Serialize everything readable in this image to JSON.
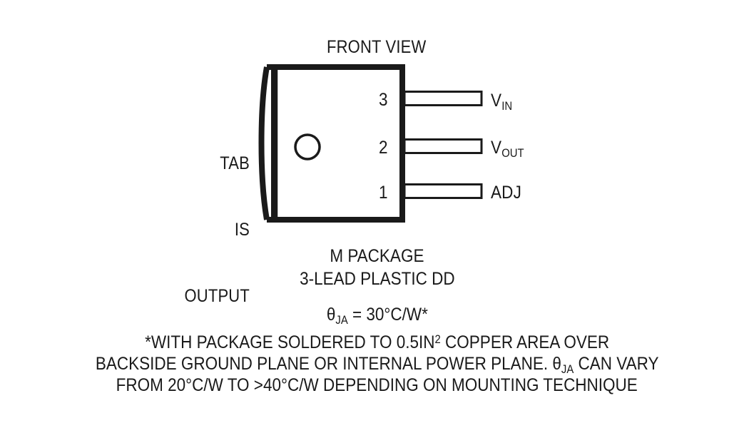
{
  "diagram": {
    "title": "FRONT VIEW",
    "tab_note_lines": [
      "TAB",
      "IS",
      "OUTPUT"
    ],
    "package_name_line_1": "M PACKAGE",
    "package_name_line_2": "3-LEAD PLASTIC DD",
    "theta": {
      "symbol": "θ",
      "subscript": "JA",
      "equals_value": " = 30°C/W*"
    },
    "footnote_line_1_a": "*WITH PACKAGE SOLDERED TO 0.5IN",
    "footnote_line_1_sup": "2",
    "footnote_line_1_b": " COPPER AREA OVER",
    "footnote_line_2_a": "BACKSIDE GROUND PLANE OR INTERNAL POWER PLANE. ",
    "footnote_line_2_theta": "θ",
    "footnote_line_2_sub": "JA",
    "footnote_line_2_b": " CAN VARY",
    "footnote_line_3": "FROM 20°C/W TO >40°C/W DEPENDING ON MOUNTING TECHNIQUE",
    "pins": [
      {
        "number": "3",
        "name_main": "V",
        "name_sub": "IN"
      },
      {
        "number": "2",
        "name_main": "V",
        "name_sub": "OUT"
      },
      {
        "number": "1",
        "name_main": "ADJ",
        "name_sub": ""
      }
    ],
    "colors": {
      "ink": "#1a1a1a",
      "background": "#ffffff"
    }
  }
}
